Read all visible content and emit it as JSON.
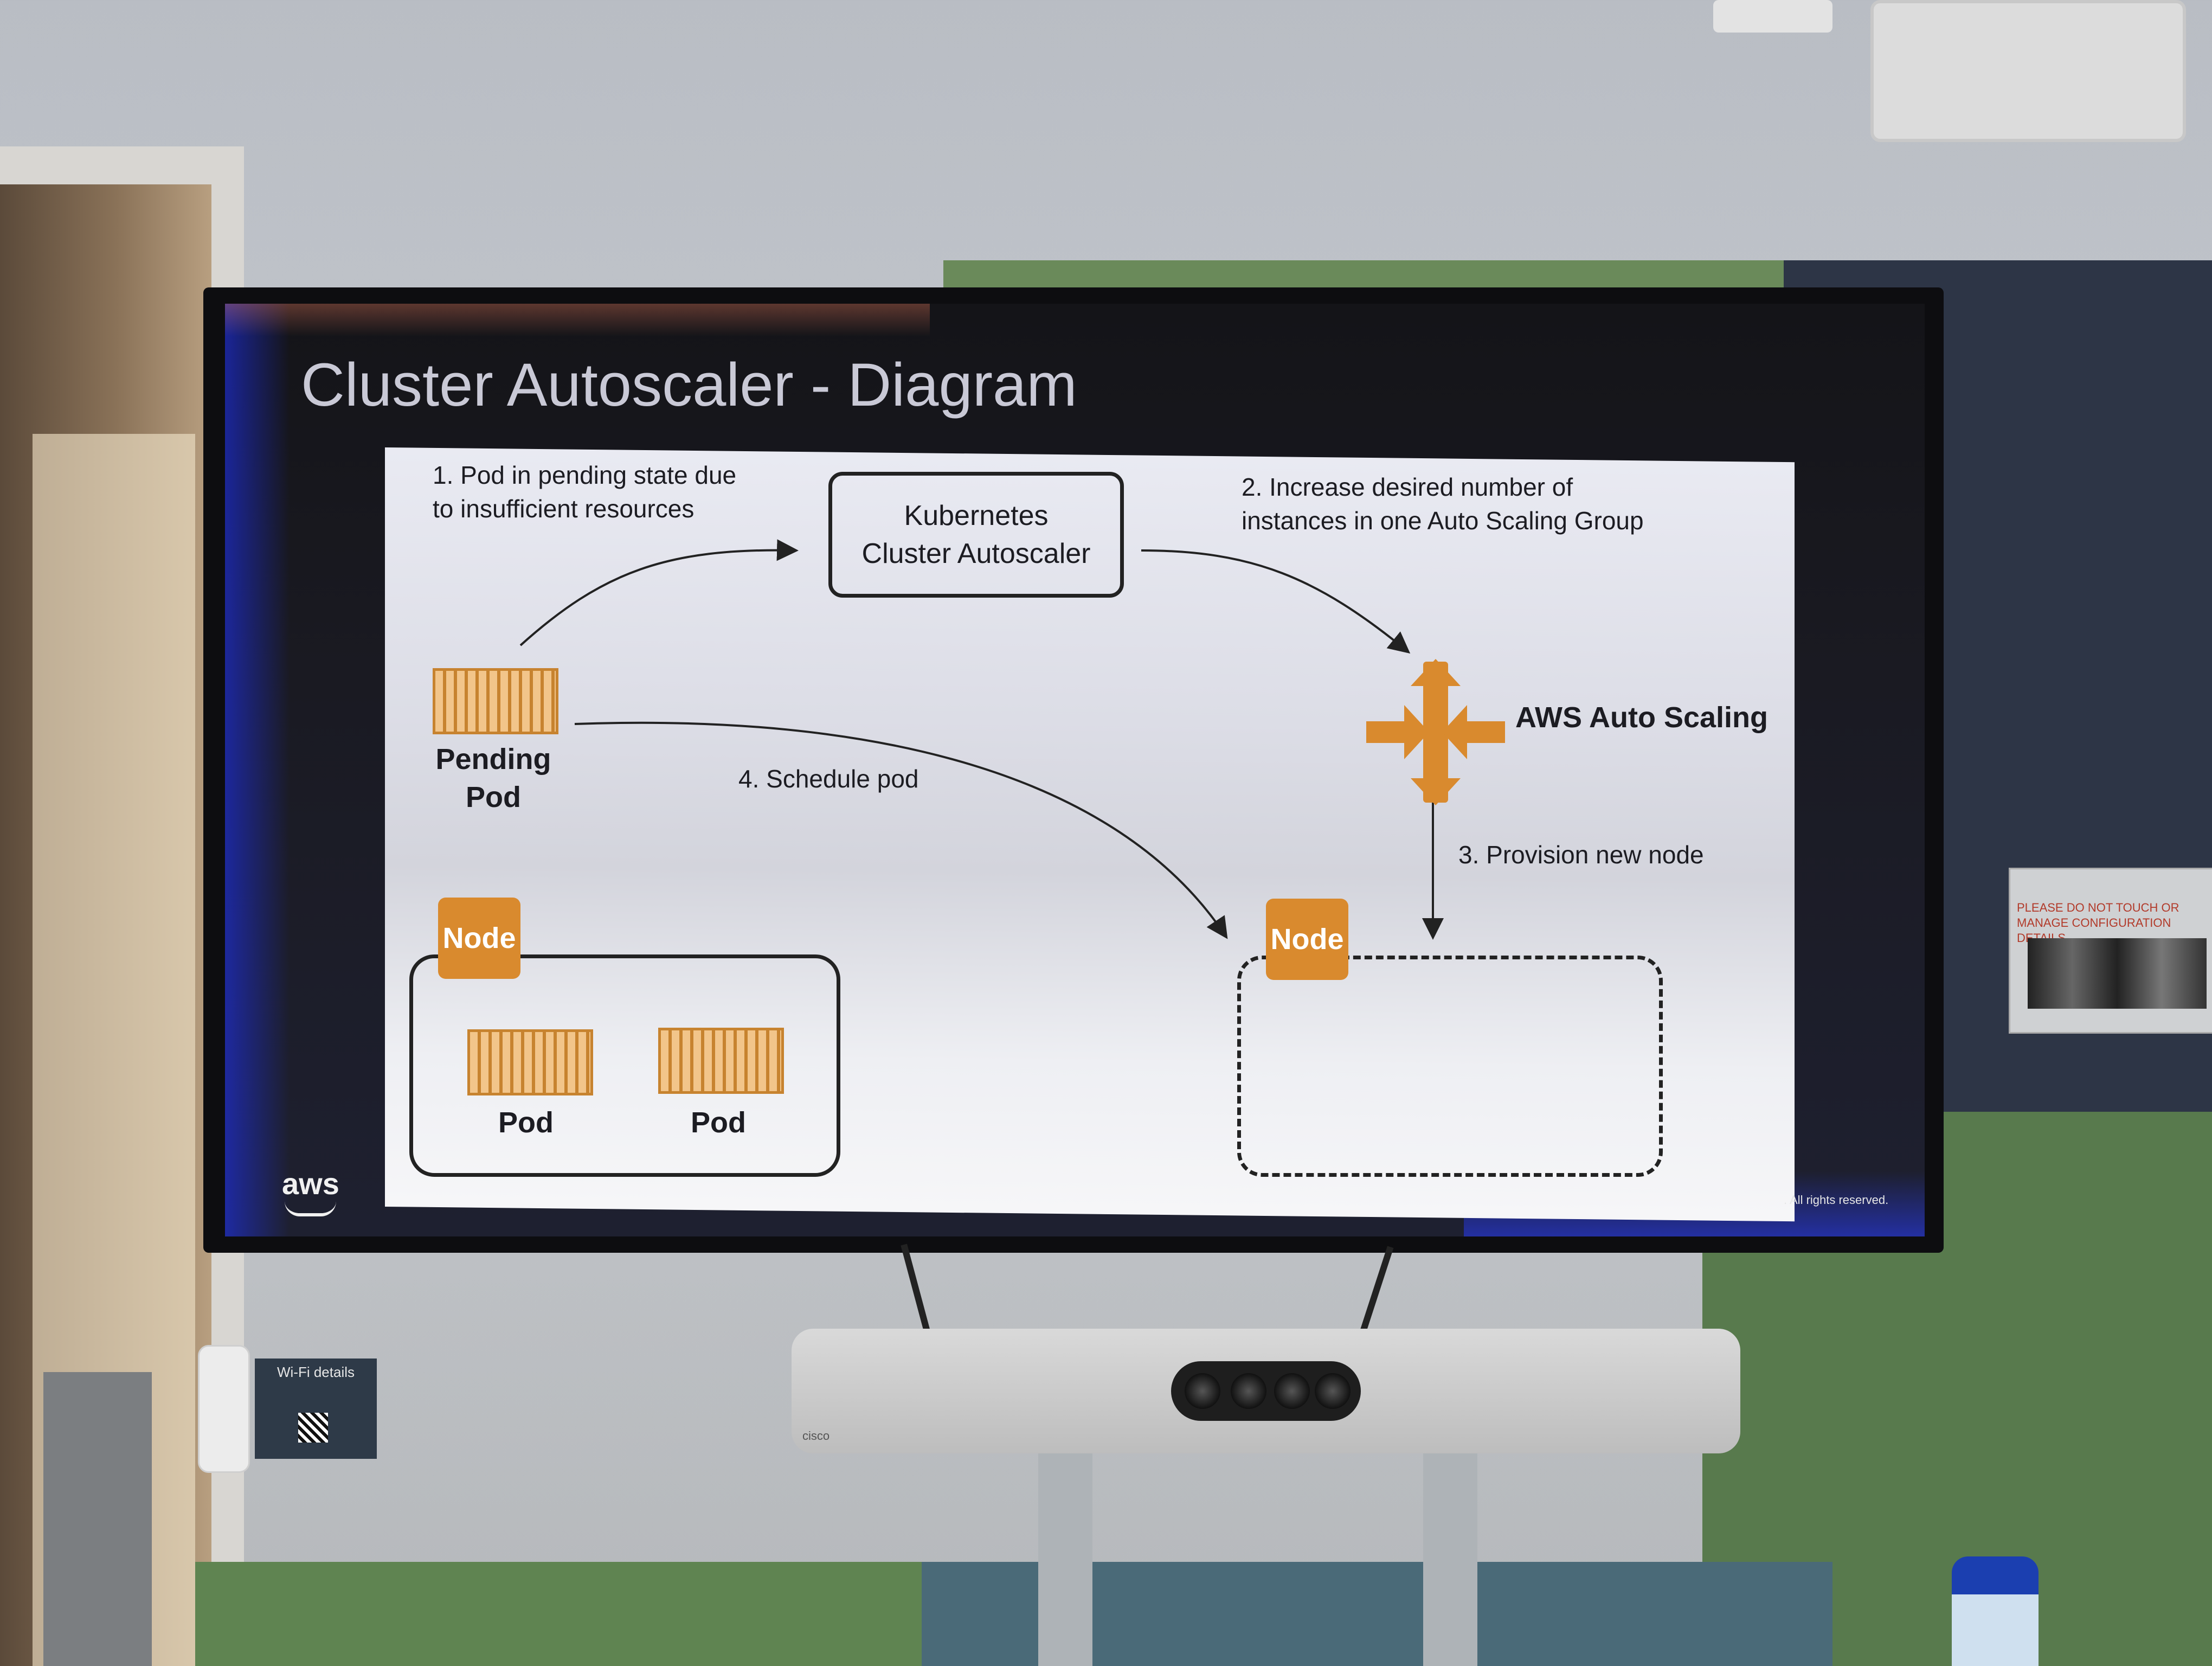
{
  "slide": {
    "title": "Cluster Autoscaler - Diagram",
    "logo_text": "aws",
    "copyright": ". All rights reserved."
  },
  "diagram": {
    "step1_line1": "1. Pod in pending state due",
    "step1_line2": "to insufficient resources",
    "autoscaler_line1": "Kubernetes",
    "autoscaler_line2": "Cluster Autoscaler",
    "step2_line1": "2. Increase desired number of",
    "step2_line2": "instances in one Auto Scaling Group",
    "aws_auto_scaling": "AWS Auto Scaling",
    "pending_pod_line1": "Pending",
    "pending_pod_line2": "Pod",
    "step4": "4. Schedule pod",
    "step3": "3. Provision new node",
    "node_left": "Node",
    "node_right": "Node",
    "pod_a": "Pod",
    "pod_b": "Pod"
  },
  "room": {
    "wifi_card_title": "Wi-Fi details",
    "camera_brand": "cisco",
    "sticker_text": "PLEASE DO NOT TOUCH OR MANAGE CONFIGURATION DETAILS"
  },
  "colors": {
    "accent_orange": "#d98a2e",
    "pod_orange": "#c7832f",
    "screen_glow": "#2a40ff"
  }
}
